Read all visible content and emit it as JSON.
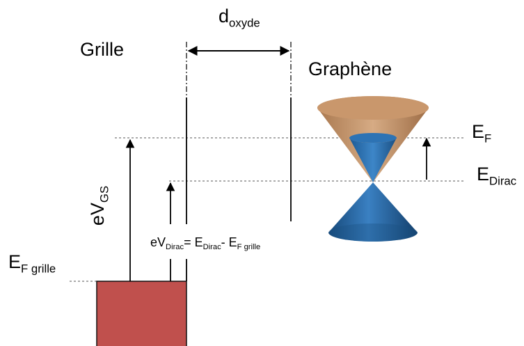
{
  "labels": {
    "d_main": "d",
    "d_sub": "oxyde",
    "grille": "Grille",
    "graphene": "Graphène",
    "ef_main": "E",
    "ef_sub": "F",
    "edirac_main": "E",
    "edirac_sub": "Dirac",
    "evgs_main": "eV",
    "evgs_sub": "GS",
    "efgrille_main": "E",
    "efgrille_sub": "F grille",
    "formula": {
      "p1": "eV",
      "p1_sub": "Dirac",
      "p2": "= E",
      "p2_sub": "Dirac",
      "p3": "- E",
      "p3_sub": "F grille"
    }
  },
  "colors": {
    "gate_block": "#c0504d",
    "gate_block_border": "#111111",
    "cone_upper": "#c39670",
    "cone_lower": "#1f5f99",
    "fill_level": "#2e75b6",
    "line": "#000000",
    "dashed": "#555555"
  }
}
